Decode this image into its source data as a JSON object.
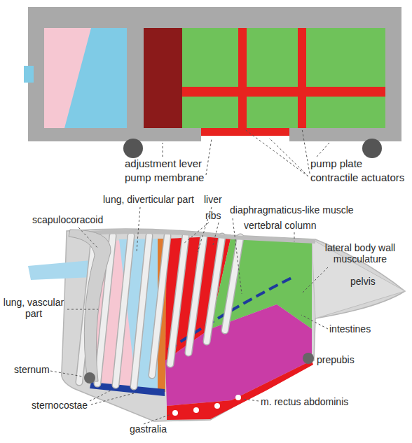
{
  "diagram": {
    "labels": [
      "adjustment lever",
      "pump plate",
      "pump membrane",
      "contractile actuators",
      "lung, diverticular part",
      "liver",
      "ribs",
      "diaphragmaticus-like muscle",
      "scapulocoracoid",
      "vertebral column",
      "lateral body wall musculature",
      "pelvis",
      "lung, vascular part",
      "intestines",
      "sternum",
      "prepubis",
      "sternocostae",
      "m. rectus abdominis",
      "gastralia"
    ]
  }
}
